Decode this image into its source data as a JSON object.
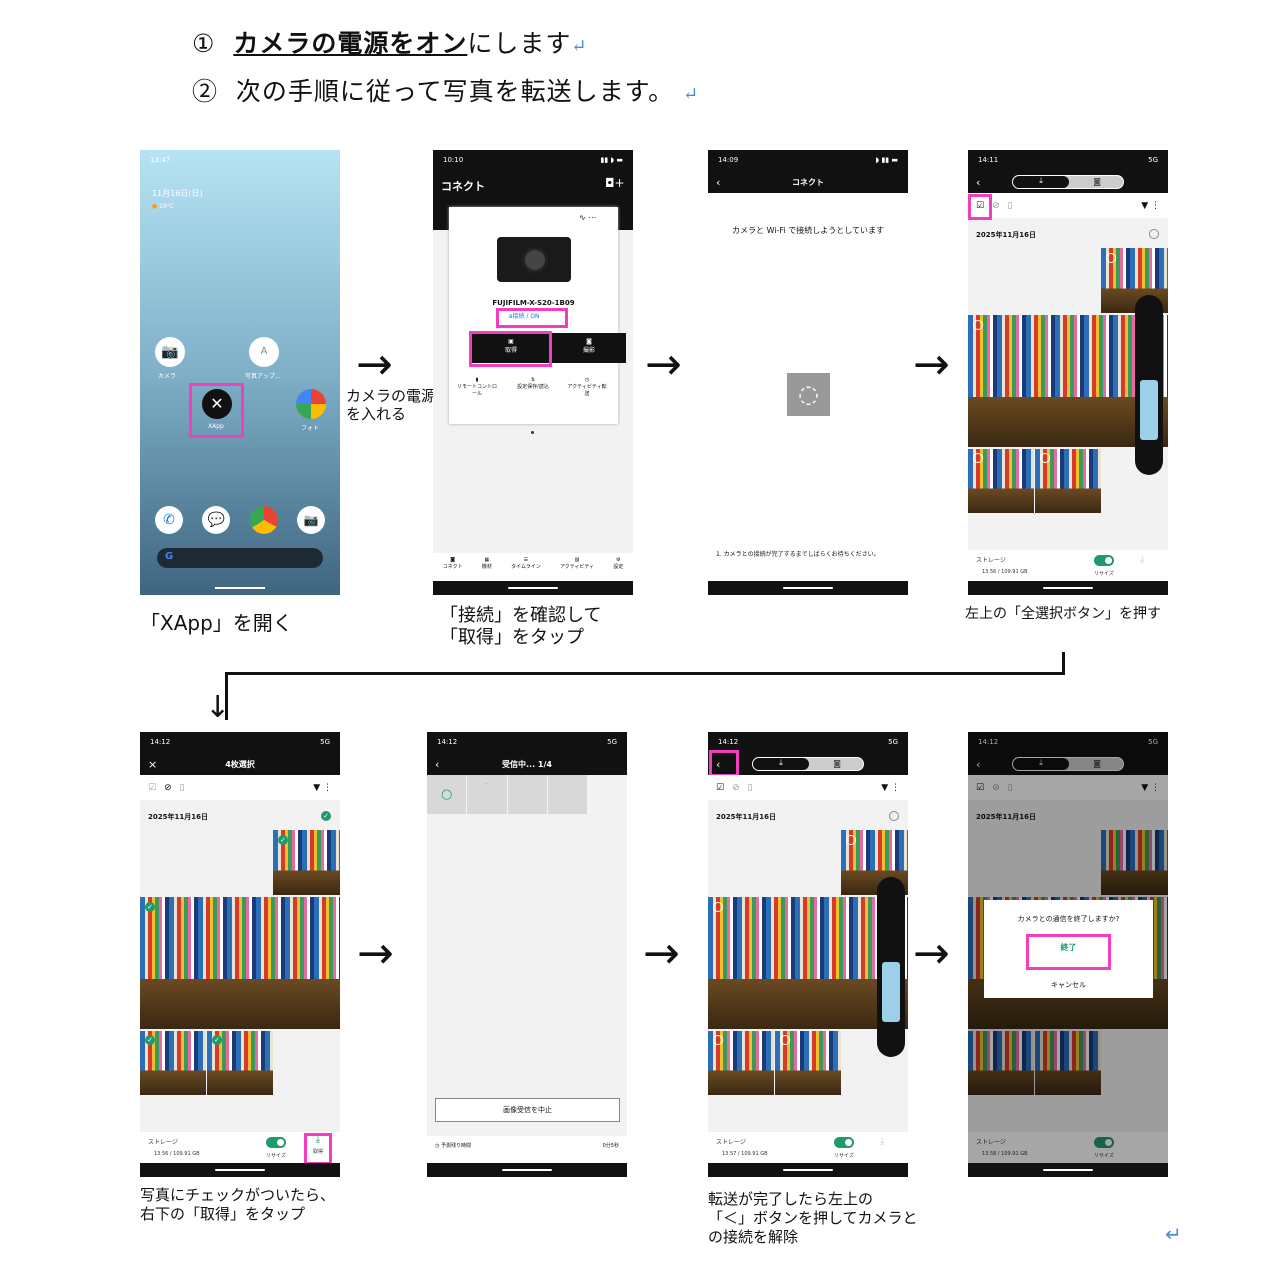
{
  "steps": {
    "step1": {
      "num": "①",
      "emph": "カメラの電源をオン",
      "rest": "にします",
      "mark": "↵"
    },
    "step2": {
      "num": "②",
      "text": "次の手順に従って写真を転送します。",
      "mark": "↵"
    }
  },
  "arrow_label": "カメラの電源を入れる",
  "captions": {
    "c1": "「XApp」を開く",
    "c2a": "「接続」を確認して",
    "c2b": "「取得」をタップ",
    "c4": "左上の「全選択ボタン」を押す",
    "c5a": "写真にチェックがついたら、",
    "c5b": "右下の「取得」をタップ",
    "c7a": "転送が完了したら左上の",
    "c7b": "「＜」ボタンを押してカメラと",
    "c7c": "の接続を解除"
  },
  "end_mark": "↵",
  "home_screen": {
    "time": "13:47",
    "date": "11月16日(日)",
    "weather": "19°C",
    "apps": [
      "カメラ",
      "写真アップ…",
      "XApp",
      "フォト"
    ]
  },
  "connect": {
    "time": "10:10",
    "title": "コネクト",
    "camera_name": "FUJIFILM-X-S20-1B09",
    "status": "接続 / ON",
    "buttons": [
      "取得",
      "撮影"
    ],
    "actions": [
      "リモートコントロール",
      "設定保存/読込",
      "アクティビティ転送"
    ],
    "nav": [
      "コネクト",
      "機材",
      "タイムライン",
      "アクティビティ",
      "設定"
    ]
  },
  "wifi": {
    "time": "14:09",
    "title": "コネクト",
    "message": "カメラと Wi-Fi で接続しようとしています",
    "note": "1. カメラとの接続が完了するまでしばらくお待ちください。"
  },
  "gallery": {
    "time_a": "14:11",
    "time_b": "14:12",
    "date": "2025年11月16日",
    "storage": "ストレージ",
    "storage_a": "13.56 / 109.91 GB",
    "storage_b": "13.57 / 109.91 GB",
    "storage_c": "13.58 / 109.91 GB",
    "resize": "リサイズ",
    "get": "取得",
    "selected": "4枚選択",
    "network": "5G"
  },
  "receiving": {
    "title": "受信中... 1/4",
    "stop": "画像受信を中止",
    "remaining_label": "予測残り時間",
    "remaining": "0分5秒"
  },
  "dialog": {
    "question": "カメラとの通信を終了しますか?",
    "ok": "終了",
    "cancel": "キャンセル"
  },
  "colors": {
    "highlight": "#f33fbf",
    "accent": "#1f9a6a"
  }
}
